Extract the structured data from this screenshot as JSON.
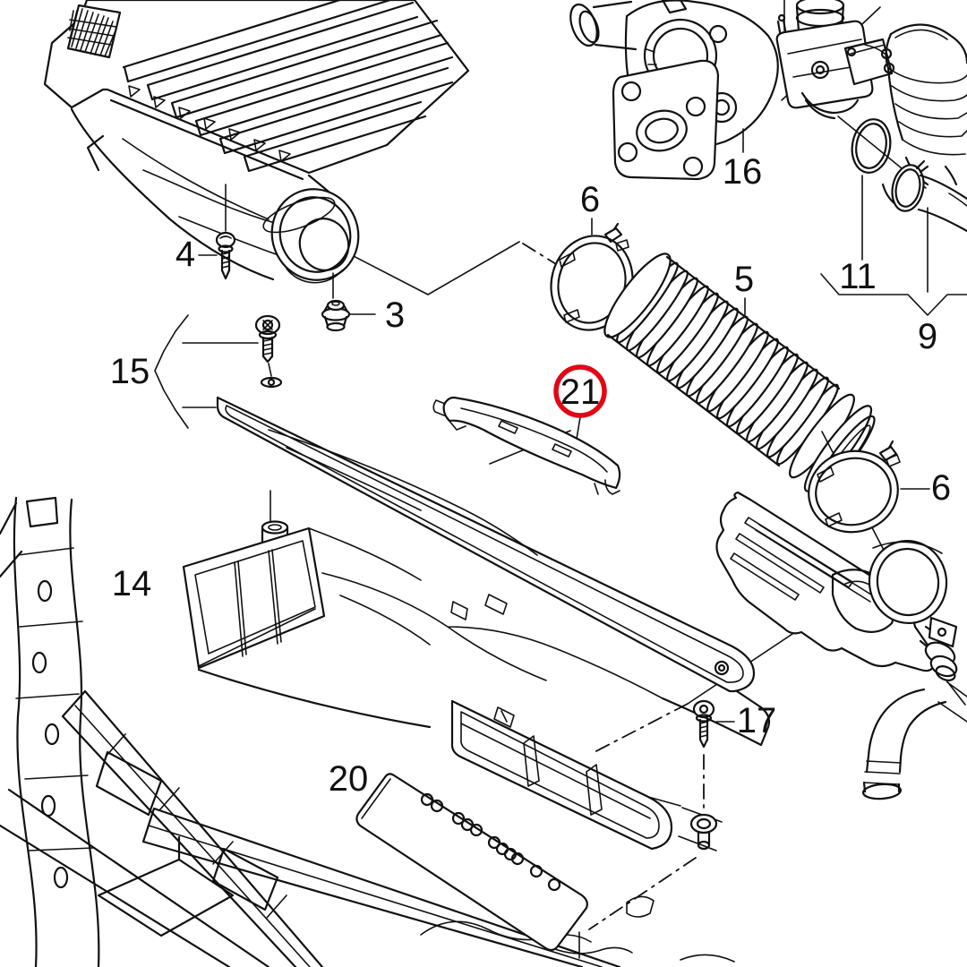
{
  "diagram": {
    "kind": "exploded-parts-diagram",
    "subject": "air-intake-system",
    "background": "#ffffff",
    "line_color": "#111111",
    "highlight_color": "#e30613",
    "highlighted_callout": "21"
  },
  "callouts": [
    {
      "id": "4",
      "label": "4",
      "circled": false
    },
    {
      "id": "3",
      "label": "3",
      "circled": false
    },
    {
      "id": "6a",
      "label": "6",
      "circled": false
    },
    {
      "id": "16",
      "label": "16",
      "circled": false
    },
    {
      "id": "5",
      "label": "5",
      "circled": false
    },
    {
      "id": "11",
      "label": "11",
      "circled": false
    },
    {
      "id": "9",
      "label": "9",
      "circled": false
    },
    {
      "id": "15",
      "label": "15",
      "circled": false
    },
    {
      "id": "21",
      "label": "21",
      "circled": true
    },
    {
      "id": "6b",
      "label": "6",
      "circled": false
    },
    {
      "id": "14",
      "label": "14",
      "circled": false
    },
    {
      "id": "17",
      "label": "17",
      "circled": false
    },
    {
      "id": "20",
      "label": "20",
      "circled": false
    }
  ]
}
